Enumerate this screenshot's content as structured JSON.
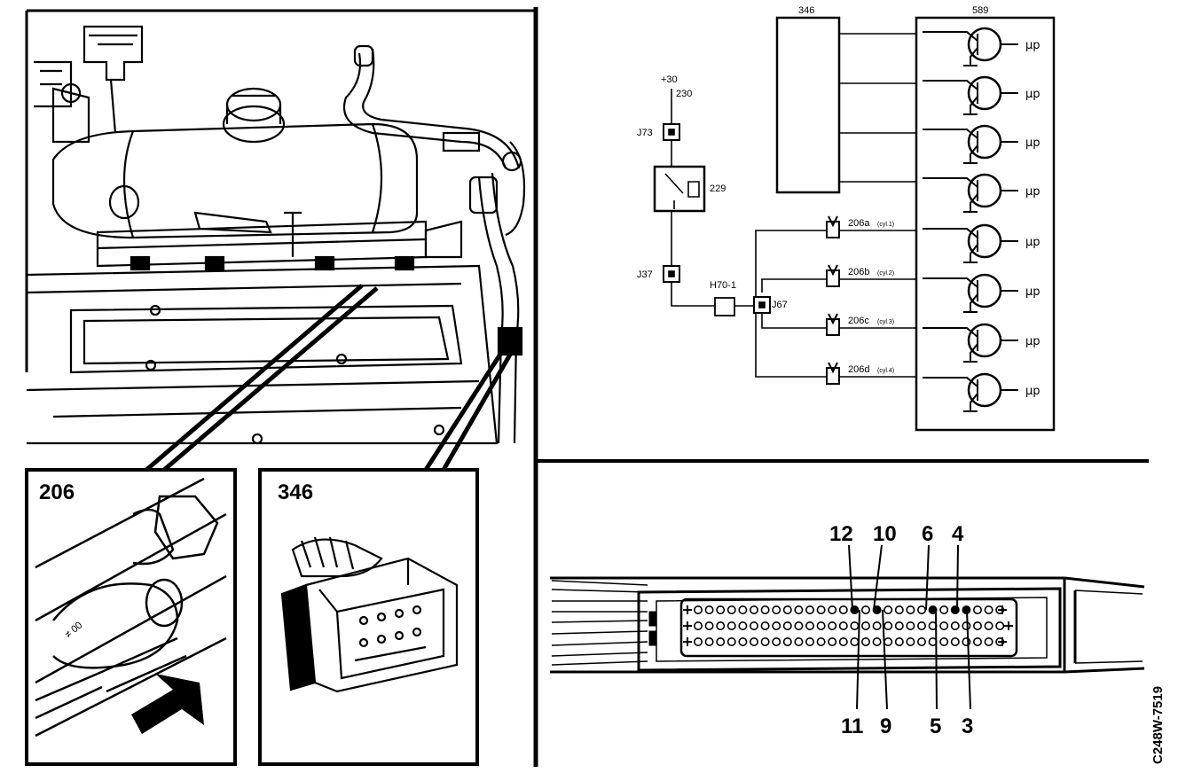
{
  "engine_view": {
    "inset_left_label": "206",
    "inset_right_label": "346",
    "ring_mark": "≠ 00"
  },
  "wiring": {
    "supply": "+30",
    "fuse_no": "230",
    "junction_top": "J73",
    "relay": "229",
    "junction_bottom": "J37",
    "connector": "H70-1",
    "splice": "J67",
    "module_left": "346",
    "module_right": "589",
    "output_label": "µp",
    "injectors": [
      {
        "label": "206a",
        "tag": "(cyl.1)"
      },
      {
        "label": "206b",
        "tag": "(cyl.2)"
      },
      {
        "label": "206c",
        "tag": "(cyl.3)"
      },
      {
        "label": "206d",
        "tag": "(cyl.4)"
      }
    ]
  },
  "connector_pins": {
    "top_labels": [
      "12",
      "10",
      "6",
      "4"
    ],
    "bottom_labels": [
      "11",
      "9",
      "5",
      "3"
    ]
  },
  "figure_code": "C248W-7519"
}
